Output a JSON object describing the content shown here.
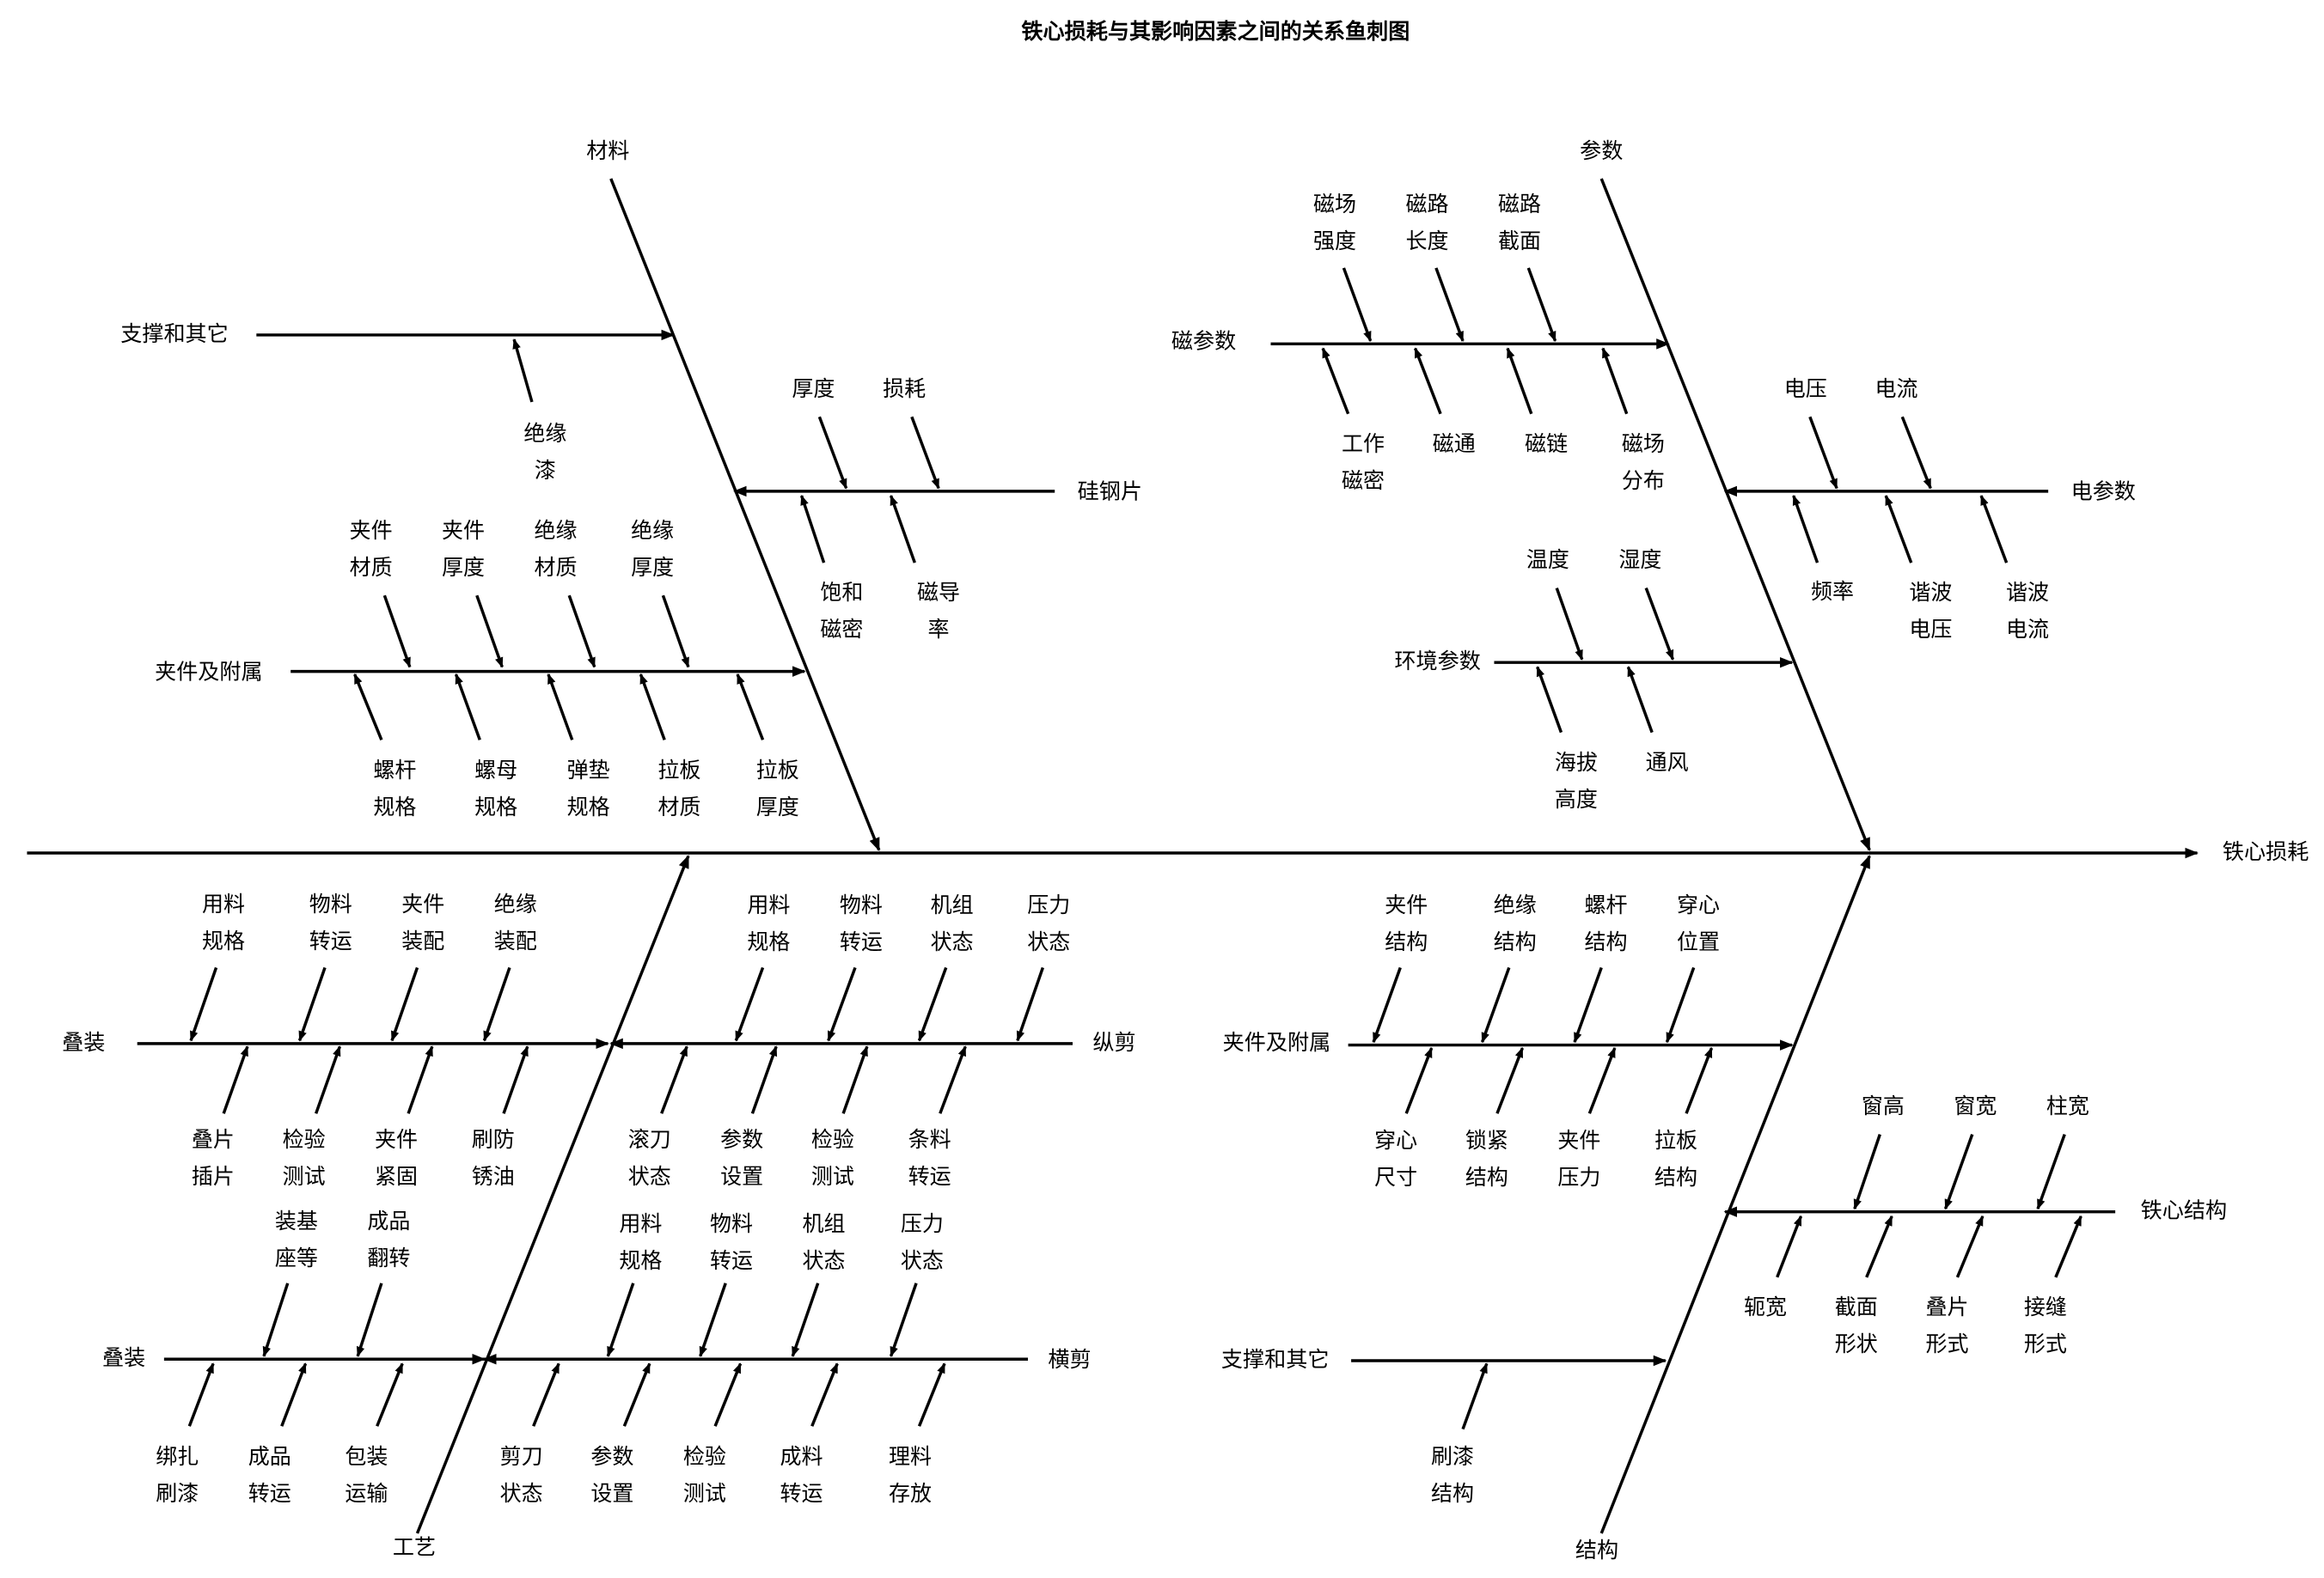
{
  "title": "铁心损耗与其影响因素之间的关系鱼刺图",
  "effect": "铁心损耗",
  "colors": {
    "line": "#000000",
    "background": "#ffffff"
  },
  "categories": [
    {
      "label": "材料",
      "branches": [
        {
          "label": "支撑和其它",
          "causes": [
            "绝缘漆"
          ]
        },
        {
          "label": "硅钢片",
          "causes": [
            "厚度",
            "损耗",
            "饱和磁密",
            "磁导率"
          ]
        },
        {
          "label": "夹件及附属",
          "causes": [
            "夹件材质",
            "夹件厚度",
            "绝缘材质",
            "绝缘厚度",
            "螺杆规格",
            "螺母规格",
            "弹垫规格",
            "拉板材质",
            "拉板厚度"
          ]
        }
      ]
    },
    {
      "label": "参数",
      "branches": [
        {
          "label": "磁参数",
          "causes": [
            "磁场强度",
            "磁路长度",
            "磁路截面",
            "工作磁密",
            "磁通",
            "磁链",
            "磁场分布"
          ]
        },
        {
          "label": "电参数",
          "causes": [
            "电压",
            "电流",
            "频率",
            "谐波电压",
            "谐波电流"
          ]
        },
        {
          "label": "环境参数",
          "causes": [
            "温度",
            "湿度",
            "海拔高度",
            "通风"
          ]
        }
      ]
    },
    {
      "label": "工艺",
      "branches": [
        {
          "label": "叠装",
          "causes": [
            "用料规格",
            "物料转运",
            "夹件装配",
            "绝缘装配",
            "叠片插片",
            "检验测试",
            "夹件紧固",
            "刷防锈油"
          ]
        },
        {
          "label": "纵剪",
          "causes": [
            "用料规格",
            "物料转运",
            "机组状态",
            "压力状态",
            "滚刀状态",
            "参数设置",
            "检验测试",
            "条料转运"
          ]
        },
        {
          "label": "叠装",
          "causes": [
            "装基座等",
            "成品翻转",
            "绑扎刷漆",
            "成品转运",
            "包装运输"
          ]
        },
        {
          "label": "横剪",
          "causes": [
            "用料规格",
            "物料转运",
            "机组状态",
            "压力状态",
            "剪刀状态",
            "参数设置",
            "检验测试",
            "成料转运",
            "理料存放"
          ]
        }
      ]
    },
    {
      "label": "结构",
      "branches": [
        {
          "label": "夹件及附属",
          "causes": [
            "夹件结构",
            "绝缘结构",
            "螺杆结构",
            "穿心位置",
            "穿心尺寸",
            "锁紧结构",
            "夹件压力",
            "拉板结构"
          ]
        },
        {
          "label": "铁心结构",
          "causes": [
            "窗高",
            "窗宽",
            "柱宽",
            "轭宽",
            "截面形状",
            "叠片形式",
            "接缝形式"
          ]
        },
        {
          "label": "支撑和其它",
          "causes": [
            "刷漆结构"
          ]
        }
      ]
    }
  ]
}
